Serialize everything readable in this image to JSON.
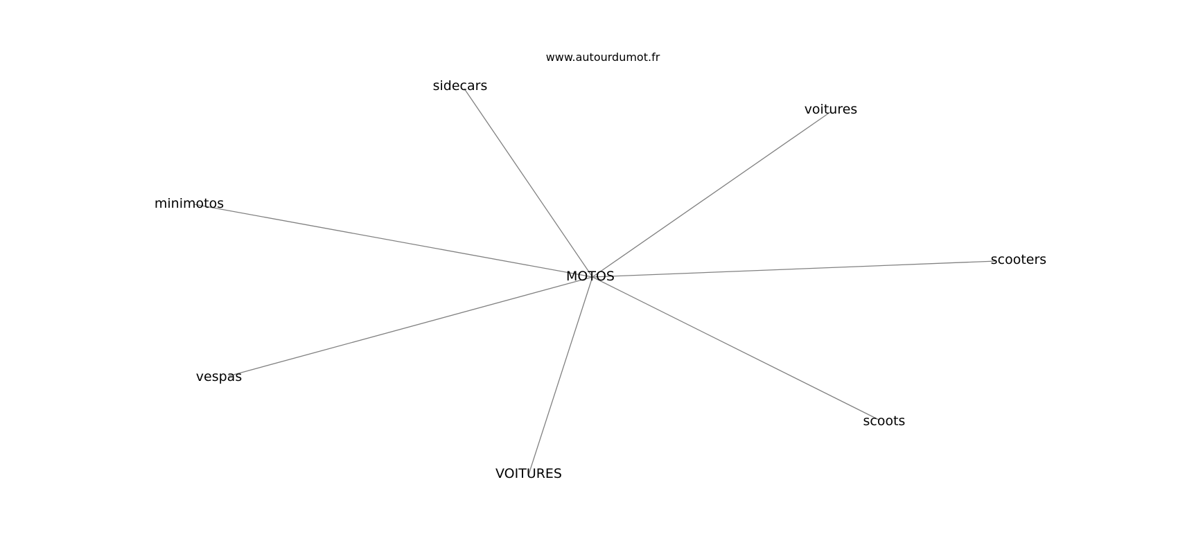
{
  "source": "www.autourdumot.fr",
  "center": {
    "id": "MOTOS",
    "label": "MOTOS"
  },
  "nodes": [
    {
      "id": "sidecars",
      "label": "sidecars"
    },
    {
      "id": "voitures",
      "label": "voitures"
    },
    {
      "id": "minimotos",
      "label": "minimotos"
    },
    {
      "id": "scooters",
      "label": "scooters"
    },
    {
      "id": "vespas",
      "label": "vespas"
    },
    {
      "id": "scoots",
      "label": "scoots"
    },
    {
      "id": "VOITURES",
      "label": "VOITURES"
    }
  ],
  "edges": [
    {
      "from": "MOTOS",
      "to": "sidecars"
    },
    {
      "from": "MOTOS",
      "to": "voitures"
    },
    {
      "from": "MOTOS",
      "to": "minimotos"
    },
    {
      "from": "MOTOS",
      "to": "scooters"
    },
    {
      "from": "MOTOS",
      "to": "vespas"
    },
    {
      "from": "MOTOS",
      "to": "scoots"
    },
    {
      "from": "MOTOS",
      "to": "VOITURES"
    }
  ],
  "colors": {
    "edge": "#808080",
    "text": "#000000",
    "background": "#ffffff"
  }
}
